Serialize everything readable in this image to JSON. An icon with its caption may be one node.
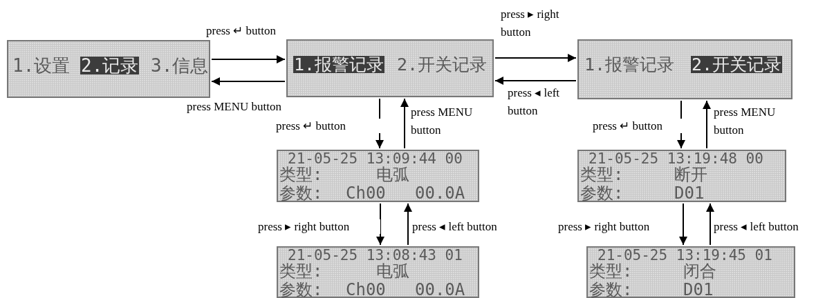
{
  "diagram": {
    "nodes": [
      {
        "text": [
          "1.设置",
          "2.记录",
          "3.信息"
        ]
      },
      {
        "text": [
          "1.报警记录",
          "2.开关记录"
        ]
      },
      {
        "text": [
          "1.报警记录",
          "2.开关记录"
        ]
      },
      {
        "text": [
          "21-05-25 13:09:44 00",
          "类型:",
          "电弧",
          "参数:",
          "Ch00",
          "00.0A"
        ]
      },
      {
        "text": [
          "21-05-25 13:08:43 01",
          "类型:",
          "电弧",
          "参数:",
          "Ch00",
          "00.0A"
        ]
      },
      {
        "text": [
          "21-05-25 13:19:48 00",
          "类型:",
          "断开",
          "参数:",
          "D01"
        ]
      },
      {
        "text": [
          "21-05-25 13:19:45 01",
          "类型:",
          "闭合",
          "参数:",
          "D01"
        ]
      }
    ],
    "edges": [
      {
        "from": 0,
        "to": 1,
        "arrow": "to",
        "label": "press ↵ button"
      },
      {
        "from": 1,
        "to": 0,
        "arrow": "to",
        "label": "press MENU button"
      },
      {
        "from": 1,
        "to": 2,
        "arrow": "to",
        "label": "press ▸ right button"
      },
      {
        "from": 2,
        "to": 1,
        "arrow": "to",
        "label": "press ◂ left button"
      },
      {
        "from": 1,
        "to": 3,
        "arrow": "to",
        "label": "press ↵ button"
      },
      {
        "from": 3,
        "to": 1,
        "arrow": "to",
        "label": "press MENU button"
      },
      {
        "from": 2,
        "to": 5,
        "arrow": "to",
        "label": "press ↵ button"
      },
      {
        "from": 5,
        "to": 2,
        "arrow": "to",
        "label": "press MENU button"
      },
      {
        "from": 3,
        "to": 4,
        "arrow": "to",
        "label": "press ▸ right button"
      },
      {
        "from": 4,
        "to": 3,
        "arrow": "to",
        "label": "press ◂ left button"
      },
      {
        "from": 5,
        "to": 6,
        "arrow": "to",
        "label": "press ▸ right button"
      },
      {
        "from": 6,
        "to": 5,
        "arrow": "to",
        "label": "press ◂ left button"
      }
    ]
  }
}
